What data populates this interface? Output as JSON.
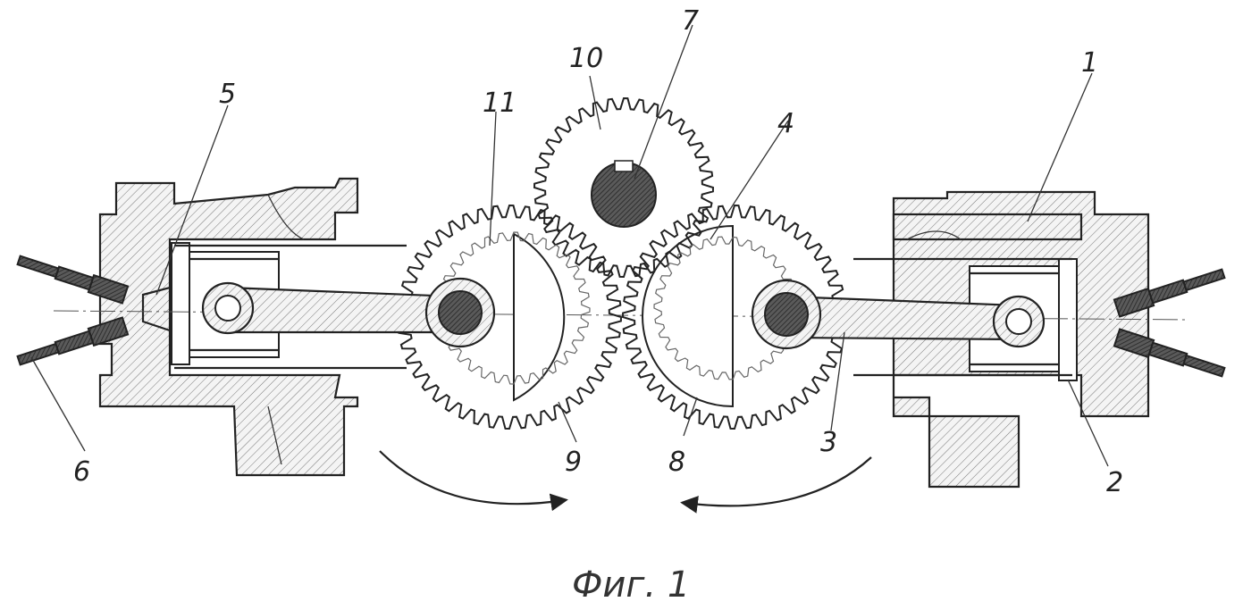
{
  "labels": {
    "l1": "1",
    "l2": "2",
    "l3": "3",
    "l4": "4",
    "l5": "5",
    "l6": "6",
    "l7": "7",
    "l8": "8",
    "l9": "9",
    "l10": "10",
    "l11": "11"
  },
  "caption": "Фиг. 1",
  "icons": {
    "rotation_left": "curved-arrow-right",
    "rotation_right": "curved-arrow-left"
  }
}
